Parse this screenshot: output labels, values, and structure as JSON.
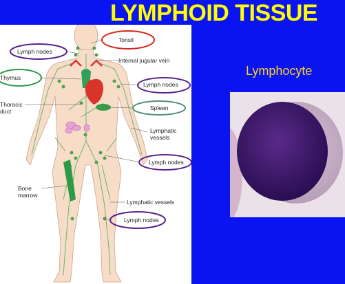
{
  "title": "LYMPHOID TISSUE",
  "lymphocyte_label": "Lymphocyte",
  "labels": {
    "tonsil": "Tonsil",
    "lymph_nodes_neck": "Lymph nodes",
    "internal_jugular_vein": "Internal jugular vein",
    "thymus": "Thymus",
    "lymph_nodes_axilla": "Lymph nodes",
    "thoracic_duct_1": "Thoracic",
    "thoracic_duct_2": "duct",
    "spleen": "Spleen",
    "lymphatic_vessels_upper_1": "Lymphatic",
    "lymphatic_vessels_upper_2": "vessels",
    "lymph_nodes_groin": "Lymph nodes",
    "bone_marrow_1": "Bone",
    "bone_marrow_2": "marrow",
    "lymphatic_vessels_lower": "Lymphatic vessels",
    "lymph_nodes_knee": "Lymph nodes"
  },
  "colors": {
    "background": "#0a14f0",
    "title": "#ffff00",
    "lymphocyte_label": "#ffd21e",
    "body_skin": "#f7dcc8",
    "lymph_green": "#6cb36c",
    "highlight_red": "#d9241c",
    "highlight_purple": "#5a1f8c",
    "highlight_green": "#2f9a4a",
    "highlight_teal": "#4f8f7f"
  }
}
